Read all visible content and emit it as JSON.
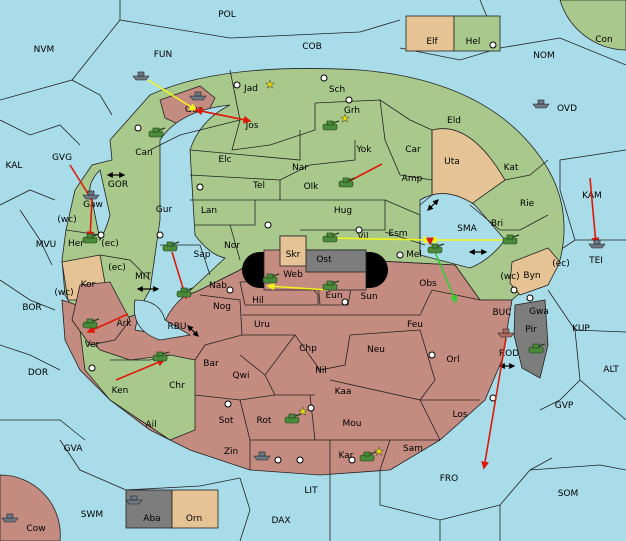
{
  "colors": {
    "sea": "#a9dce9",
    "green": "#a9c98c",
    "red": "#c48b80",
    "tan": "#e5c394",
    "gray": "#7d7d7d",
    "black": "#000000",
    "move_red": "#dd1a0a",
    "move_yellow": "#f4f41a",
    "move_green": "#33cc33"
  },
  "regions": {
    "outer": [
      {
        "id": "POL",
        "label": "POL"
      },
      {
        "id": "NVM",
        "label": "NVM"
      },
      {
        "id": "FUN",
        "label": "FUN"
      },
      {
        "id": "COB",
        "label": "COB"
      },
      {
        "id": "NOM",
        "label": "NOM"
      },
      {
        "id": "Con",
        "label": "Con"
      },
      {
        "id": "OVD",
        "label": "OVD"
      },
      {
        "id": "KAL",
        "label": "KAL"
      },
      {
        "id": "GVG",
        "label": "GVG"
      },
      {
        "id": "KAM",
        "label": "KAM"
      },
      {
        "id": "TEI",
        "label": "TEI"
      },
      {
        "id": "MVU",
        "label": "MVU"
      },
      {
        "id": "BOR",
        "label": "BOR"
      },
      {
        "id": "KUP",
        "label": "KUP"
      },
      {
        "id": "DOR",
        "label": "DOR"
      },
      {
        "id": "ALT",
        "label": "ALT"
      },
      {
        "id": "GVP",
        "label": "GVP"
      },
      {
        "id": "GVA",
        "label": "GVA"
      },
      {
        "id": "FRO",
        "label": "FRO"
      },
      {
        "id": "SOM",
        "label": "SOM"
      },
      {
        "id": "LIT",
        "label": "LIT"
      },
      {
        "id": "SWM",
        "label": "SWM"
      },
      {
        "id": "DAX",
        "label": "DAX"
      },
      {
        "id": "Cow",
        "label": "Cow"
      },
      {
        "id": "Elf",
        "label": "Elf"
      },
      {
        "id": "Hel",
        "label": "Hel"
      },
      {
        "id": "Aba",
        "label": "Aba"
      },
      {
        "id": "Orn",
        "label": "Orn"
      }
    ],
    "inner_seas": [
      {
        "id": "GOR",
        "label": "GOR"
      },
      {
        "id": "MIT",
        "label": "MIT"
      },
      {
        "id": "RBU",
        "label": "RBU"
      },
      {
        "id": "SMA",
        "label": "SMA"
      },
      {
        "id": "BUC",
        "label": "BUC"
      },
      {
        "id": "ROD",
        "label": "ROD"
      }
    ],
    "land": [
      {
        "id": "Jad",
        "label": "Jad"
      },
      {
        "id": "Sch",
        "label": "Sch"
      },
      {
        "id": "Gua",
        "label": "Gua"
      },
      {
        "id": "Jos",
        "label": "Jos"
      },
      {
        "id": "Grh",
        "label": "Grh"
      },
      {
        "id": "Eld",
        "label": "Eld"
      },
      {
        "id": "Can",
        "label": "Can"
      },
      {
        "id": "Yok",
        "label": "Yok"
      },
      {
        "id": "Car",
        "label": "Car"
      },
      {
        "id": "Elc",
        "label": "Elc"
      },
      {
        "id": "Nar",
        "label": "Nar"
      },
      {
        "id": "Uta",
        "label": "Uta"
      },
      {
        "id": "Gaw",
        "label": "Gaw"
      },
      {
        "id": "Olk",
        "label": "Olk"
      },
      {
        "id": "Amp",
        "label": "Amp"
      },
      {
        "id": "Kat",
        "label": "Kat"
      },
      {
        "id": "Tel",
        "label": "Tel"
      },
      {
        "id": "Gur",
        "label": "Gur"
      },
      {
        "id": "Lan",
        "label": "Lan"
      },
      {
        "id": "Hug",
        "label": "Hug"
      },
      {
        "id": "Rie",
        "label": "Rie"
      },
      {
        "id": "Bri",
        "label": "Bri"
      },
      {
        "id": "Her",
        "label": "Her"
      },
      {
        "id": "Nor",
        "label": "Nor"
      },
      {
        "id": "Vil",
        "label": "Vil"
      },
      {
        "id": "Esm",
        "label": "Esm"
      },
      {
        "id": "Sap",
        "label": "Sap"
      },
      {
        "id": "Skr",
        "label": "Skr"
      },
      {
        "id": "Ost",
        "label": "Ost"
      },
      {
        "id": "Mel",
        "label": "Mel"
      },
      {
        "id": "Byn",
        "label": "Byn"
      },
      {
        "id": "Kor",
        "label": "Kor"
      },
      {
        "id": "Web",
        "label": "Web"
      },
      {
        "id": "Nab",
        "label": "Nab"
      },
      {
        "id": "Hil",
        "label": "Hil"
      },
      {
        "id": "Eun",
        "label": "Eun"
      },
      {
        "id": "Sun",
        "label": "Sun"
      },
      {
        "id": "Obs",
        "label": "Obs"
      },
      {
        "id": "Gwa",
        "label": "Gwa"
      },
      {
        "id": "Nog",
        "label": "Nog"
      },
      {
        "id": "Ark",
        "label": "Ark"
      },
      {
        "id": "Uru",
        "label": "Uru"
      },
      {
        "id": "Feu",
        "label": "Feu"
      },
      {
        "id": "Pir",
        "label": "Pir"
      },
      {
        "id": "Ver",
        "label": "Ver"
      },
      {
        "id": "Chp",
        "label": "Chp"
      },
      {
        "id": "Neu",
        "label": "Neu"
      },
      {
        "id": "Orl",
        "label": "Orl"
      },
      {
        "id": "Bar",
        "label": "Bar"
      },
      {
        "id": "Nil",
        "label": "Nil"
      },
      {
        "id": "Qwi",
        "label": "Qwi"
      },
      {
        "id": "Chr",
        "label": "Chr"
      },
      {
        "id": "Ken",
        "label": "Ken"
      },
      {
        "id": "Kaa",
        "label": "Kaa"
      },
      {
        "id": "Los",
        "label": "Los"
      },
      {
        "id": "Ail",
        "label": "Ail"
      },
      {
        "id": "Sot",
        "label": "Sot"
      },
      {
        "id": "Rot",
        "label": "Rot"
      },
      {
        "id": "Mou",
        "label": "Mou"
      },
      {
        "id": "Sam",
        "label": "Sam"
      },
      {
        "id": "Zin",
        "label": "Zin"
      },
      {
        "id": "Kar",
        "label": "Kar"
      }
    ]
  },
  "coast_tags": [
    {
      "id": "wc1",
      "label": "(wc)"
    },
    {
      "id": "ec1",
      "label": "(ec)"
    },
    {
      "id": "ec2",
      "label": "(ec)"
    },
    {
      "id": "wc2",
      "label": "(wc)"
    },
    {
      "id": "wc3",
      "label": "(wc)"
    },
    {
      "id": "ec3",
      "label": "(ec)"
    }
  ],
  "units": [
    {
      "kind": "fleet",
      "owner": "gray",
      "at": "FUN"
    },
    {
      "kind": "fleet",
      "owner": "gray",
      "at": "OVD"
    },
    {
      "kind": "fleet",
      "owner": "gray",
      "at": "Gua"
    },
    {
      "kind": "army",
      "owner": "green",
      "at": "Jos"
    },
    {
      "kind": "army",
      "owner": "green",
      "at": "Grh"
    },
    {
      "kind": "army",
      "owner": "green",
      "at": "Olk"
    },
    {
      "kind": "fleet",
      "owner": "gray",
      "at": "Gaw"
    },
    {
      "kind": "army",
      "owner": "green",
      "at": "Her"
    },
    {
      "kind": "army",
      "owner": "green",
      "at": "Sap"
    },
    {
      "kind": "army",
      "owner": "green",
      "at": "Vil"
    },
    {
      "kind": "army",
      "owner": "green",
      "at": "Esm"
    },
    {
      "kind": "army",
      "owner": "green",
      "at": "Bri"
    },
    {
      "kind": "fleet",
      "owner": "gray",
      "at": "TEI"
    },
    {
      "kind": "army",
      "owner": "green",
      "at": "Nab"
    },
    {
      "kind": "army",
      "owner": "green",
      "at": "Hil"
    },
    {
      "kind": "army",
      "owner": "green",
      "at": "Eun"
    },
    {
      "kind": "army",
      "owner": "green",
      "at": "Ver"
    },
    {
      "kind": "army",
      "owner": "green",
      "at": "Chr"
    },
    {
      "kind": "fleet",
      "owner": "red",
      "at": "ROD"
    },
    {
      "kind": "army",
      "owner": "green",
      "at": "Pir"
    },
    {
      "kind": "army",
      "owner": "green",
      "at": "Rot"
    },
    {
      "kind": "fleet",
      "owner": "gray",
      "at": "Zin"
    },
    {
      "kind": "army",
      "owner": "green",
      "at": "Kar"
    },
    {
      "kind": "fleet",
      "owner": "gray",
      "at": "Aba"
    },
    {
      "kind": "fleet",
      "owner": "gray",
      "at": "Cow"
    }
  ],
  "orders": [
    {
      "color": "yellow",
      "from": "FUN",
      "to": "Gua"
    },
    {
      "color": "red",
      "from": "Jos",
      "to": "Gua"
    },
    {
      "color": "red",
      "from": "Gua",
      "to": "Jos"
    },
    {
      "color": "red",
      "from": "GVG",
      "to": "Gaw"
    },
    {
      "color": "red",
      "from": "Gaw",
      "to": "Her"
    },
    {
      "color": "red",
      "from": "Yok",
      "to": "Olk"
    },
    {
      "color": "yellow",
      "from": "Vil",
      "to": "Esm"
    },
    {
      "color": "yellow",
      "from": "Bri",
      "to": "Esm"
    },
    {
      "color": "green",
      "from": "Esm",
      "to": "Obs"
    },
    {
      "color": "red",
      "from": "Esm",
      "to": "Mel"
    },
    {
      "color": "red",
      "from": "KAM",
      "to": "TEI"
    },
    {
      "color": "red",
      "from": "Sap",
      "to": "Nab"
    },
    {
      "color": "yellow",
      "from": "Eun",
      "to": "Web"
    },
    {
      "color": "red",
      "from": "Ark",
      "to": "Ver"
    },
    {
      "color": "red",
      "from": "Ken",
      "to": "Chr"
    },
    {
      "color": "red",
      "from": "ROD",
      "to": "Sam"
    }
  ]
}
